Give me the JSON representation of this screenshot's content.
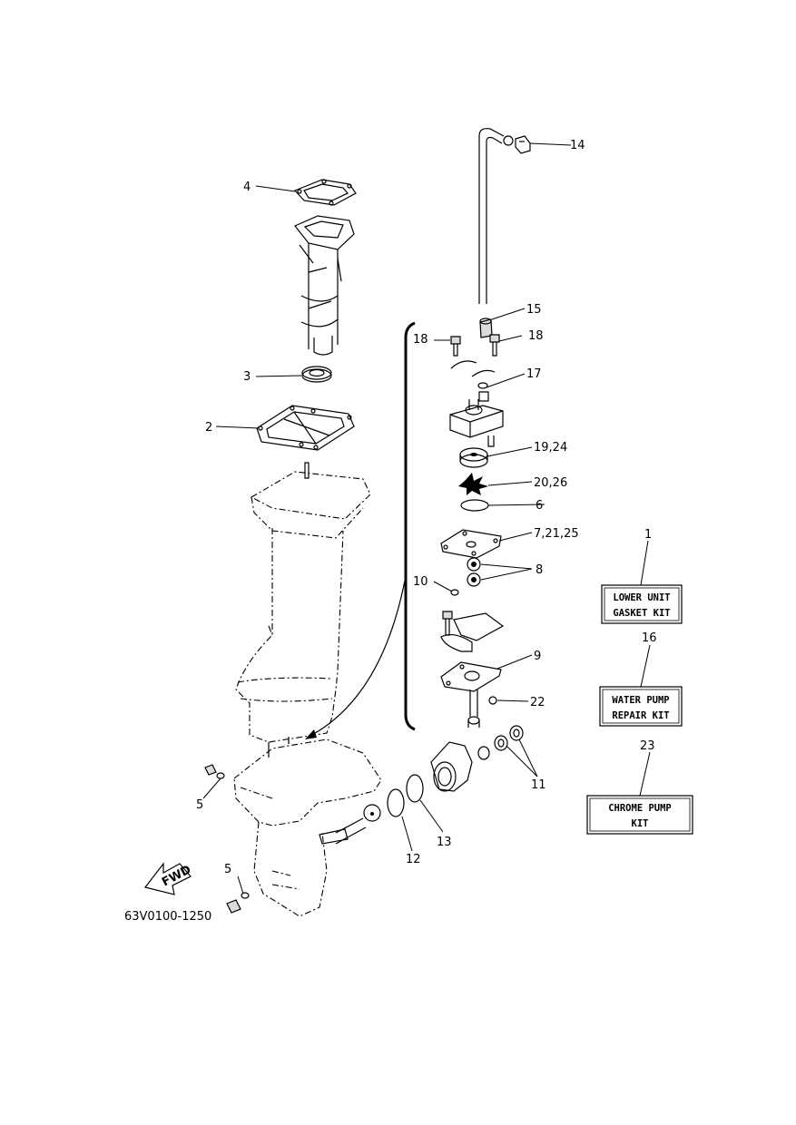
{
  "diagram_code": "63V0100-1250",
  "fwd_label": "FWD",
  "callouts": {
    "c1": "1",
    "c2": "2",
    "c3": "3",
    "c4": "4",
    "c5a": "5",
    "c5b": "5",
    "c6": "6",
    "c7": "7,21,25",
    "c8": "8",
    "c9": "9",
    "c10": "10",
    "c11": "11",
    "c12": "12",
    "c13": "13",
    "c14": "14",
    "c15": "15",
    "c16": "16",
    "c17": "17",
    "c18a": "18",
    "c18b": "18",
    "c19": "19,24",
    "c20": "20,26",
    "c22": "22",
    "c23": "23"
  },
  "kits": [
    {
      "line1": "LOWER UNIT",
      "line2": "GASKET KIT"
    },
    {
      "line1": "WATER PUMP",
      "line2": "REPAIR KIT"
    },
    {
      "line1": "CHROME PUMP",
      "line2": "KIT"
    }
  ],
  "icons": [
    "fwd-arrow-icon",
    "bracket-icon"
  ]
}
